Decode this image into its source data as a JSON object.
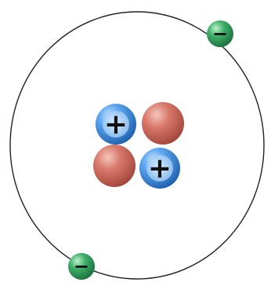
{
  "diagram": {
    "orbit": {
      "stroke_color": "#222222"
    },
    "nucleus": {
      "particles": [
        {
          "kind": "proton",
          "sign": "+",
          "color": "#3b82d6"
        },
        {
          "kind": "neutron",
          "sign": "",
          "color": "#d2695e"
        },
        {
          "kind": "neutron",
          "sign": "",
          "color": "#d2695e"
        },
        {
          "kind": "proton",
          "sign": "+",
          "color": "#3b82d6"
        }
      ]
    },
    "electrons": [
      {
        "sign": "−",
        "color": "#2e9e5a"
      },
      {
        "sign": "−",
        "color": "#2e9e5a"
      }
    ]
  }
}
